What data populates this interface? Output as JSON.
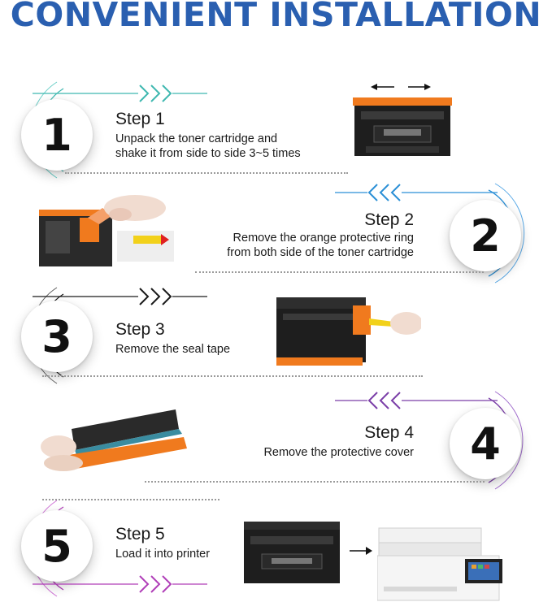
{
  "header": {
    "title": "CONVENIENT INSTALLATION"
  },
  "steps": [
    {
      "number": "1",
      "title": "Step 1",
      "desc_line1": "Unpack the toner cartridge and",
      "desc_line2": "shake it from side to side 3~5 times",
      "accent": "#3fb8b0"
    },
    {
      "number": "2",
      "title": "Step 2",
      "desc_line1": "Remove the orange protective ring",
      "desc_line2": "from both side of the toner cartridge",
      "accent": "#2b8fd6"
    },
    {
      "number": "3",
      "title": "Step 3",
      "desc_line1": "Remove the seal tape",
      "accent": "#1a1a1a"
    },
    {
      "number": "4",
      "title": "Step 4",
      "desc_line1": "Remove the protective cover",
      "accent": "#7b3fa8"
    },
    {
      "number": "5",
      "title": "Step 5",
      "desc_line1": "Load it into printer",
      "accent": "#b03fb8"
    }
  ],
  "colors": {
    "title": "#2a5fb0",
    "orange": "#f07a1e",
    "cartridge": "#1e1e1e"
  }
}
